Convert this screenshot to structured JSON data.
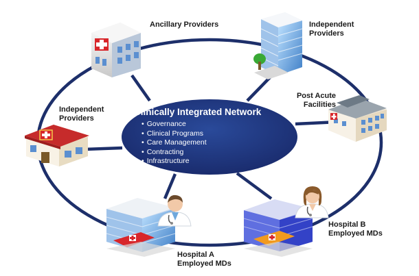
{
  "hub": {
    "title": "Clinically Integrated Network",
    "items": [
      "Governance",
      "Clinical Programs",
      "Care Management",
      "Contracting",
      "Infrastructure"
    ]
  },
  "nodes": {
    "ancillary": {
      "line1": "Ancillary Providers"
    },
    "independent_top": {
      "line1": "Independent",
      "line2": "Providers"
    },
    "post_acute": {
      "line1": "Post Acute",
      "line2": "Facilities"
    },
    "independent_left": {
      "line1": "Independent",
      "line2": "Providers"
    },
    "hospital_b": {
      "line1": "Hospital B",
      "line2": "Employed MDs"
    },
    "hospital_a": {
      "line1": "Hospital A",
      "line2": "Employed MDs"
    }
  },
  "colors": {
    "ring": "#1d2f6a",
    "hub_fill": "#1d3478",
    "accent_red": "#d8262b"
  },
  "icons": [
    "clinic-building-icon",
    "office-tower-icon",
    "post-acute-facility-icon",
    "urgent-care-icon",
    "hospital-a-icon",
    "doctor-male-icon",
    "hospital-b-icon",
    "doctor-female-icon"
  ]
}
